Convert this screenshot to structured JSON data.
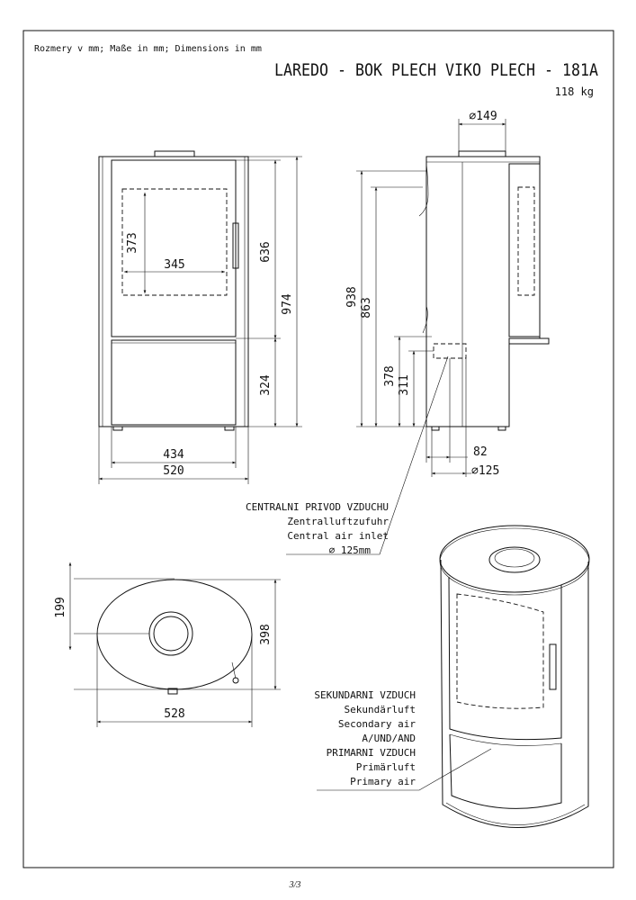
{
  "header": {
    "dimensions_note": "Rozmery v mm; Maße in mm; Dimensions in mm",
    "title": "LAREDO - BOK PLECH VIKO PLECH - 181A",
    "weight": "118 kg"
  },
  "front_view": {
    "inner_height": "373",
    "inner_width": "345",
    "door_height": "636",
    "total_height": "974",
    "base_height": "324",
    "door_width": "434",
    "total_width": "520"
  },
  "side_view": {
    "flue_diameter": "⌀149",
    "height_938": "938",
    "height_863": "863",
    "height_378": "378",
    "height_311": "311",
    "inlet_offset": "82",
    "inlet_diameter": "⌀125"
  },
  "central_air_note": {
    "line1": "CENTRALNI PRIVOD VZDUCHU",
    "line2": "Zentralluftzufuhr",
    "line3": "Central air inlet",
    "line4": "⌀ 125mm"
  },
  "top_view": {
    "offset": "199",
    "depth": "398",
    "width": "528"
  },
  "air_note": {
    "line1": "SEKUNDARNI VZDUCH",
    "line2": "Sekundärluft",
    "line3": "Secondary air",
    "line4": "A/UND/AND",
    "line5": "PRIMARNI VZDUCH",
    "line6": "Primärluft",
    "line7": "Primary air"
  },
  "page_number": "3/3"
}
